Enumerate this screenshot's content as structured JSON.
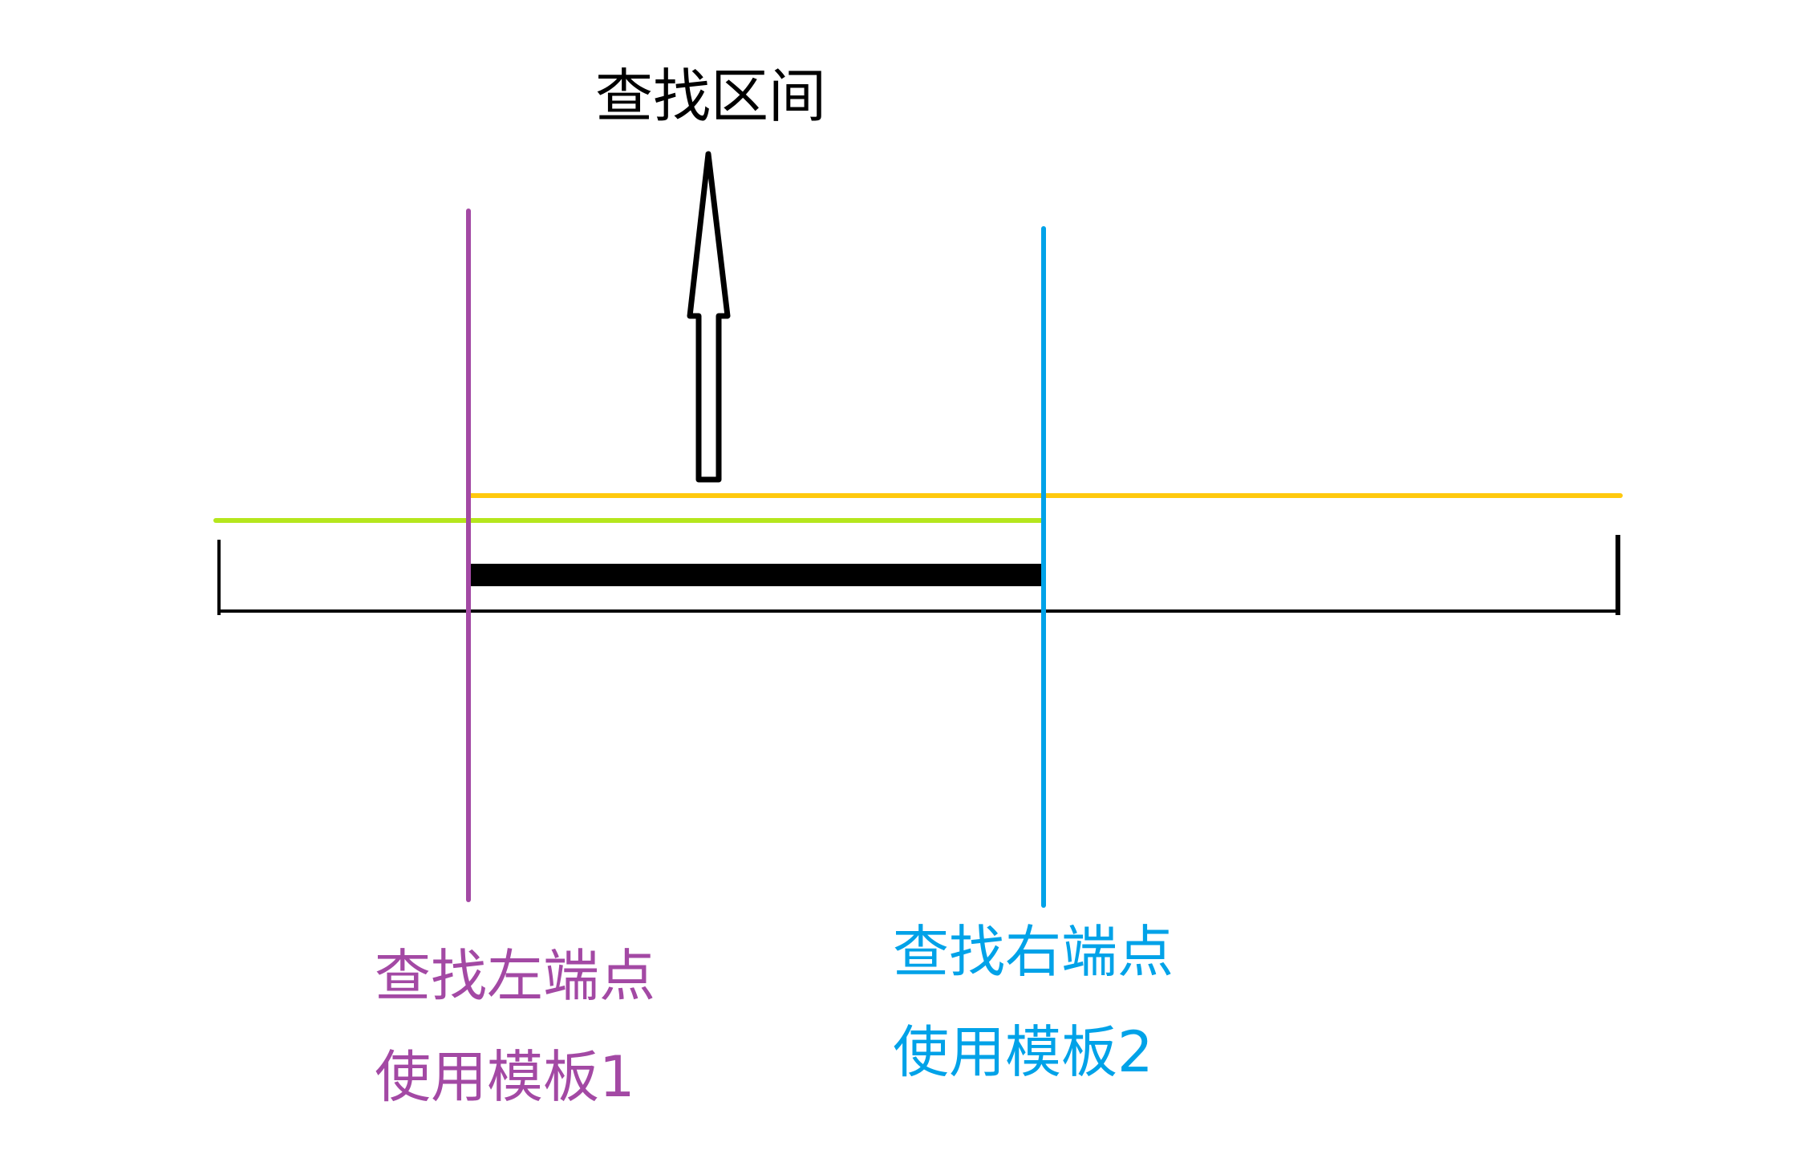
{
  "title": "查找区间",
  "left": {
    "line1": "查找左端点",
    "line2": "使用模板1"
  },
  "right": {
    "line1": "查找右端点",
    "line2": "使用模板2"
  },
  "colors": {
    "left": "#a349a4",
    "right": "#00a2e8",
    "orange": "#ffc90e",
    "green": "#b5e61d",
    "black": "#000000"
  }
}
